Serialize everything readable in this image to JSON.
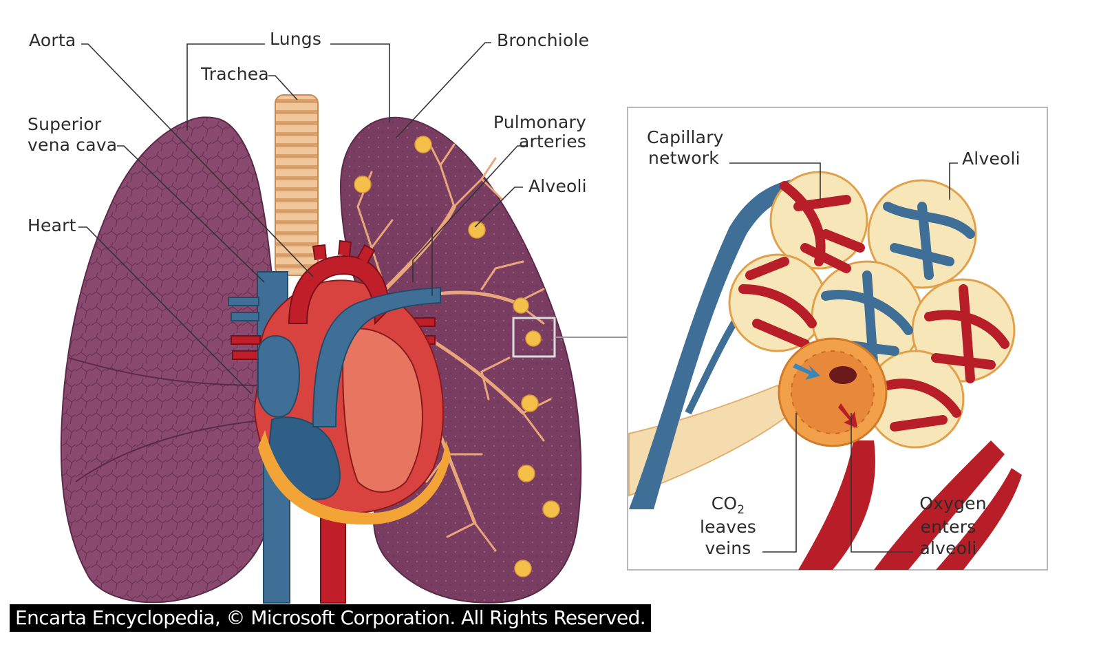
{
  "labels": {
    "aorta": "Aorta",
    "lungs": "Lungs",
    "trachea": "Trachea",
    "bronchiole": "Bronchiole",
    "superior_vena_cava_1": "Superior",
    "superior_vena_cava_2": "vena cava",
    "pulmonary_arteries_1": "Pulmonary",
    "pulmonary_arteries_2": "arteries",
    "alveoli_left": "Alveoli",
    "heart": "Heart"
  },
  "inset": {
    "capillary_network_1": "Capillary",
    "capillary_network_2": "network",
    "alveoli": "Alveoli",
    "co2_main": "CO",
    "co2_sub": "2",
    "co2_line2": "leaves",
    "co2_line3": "veins",
    "oxygen_line1": "Oxygen",
    "oxygen_line2": "enters",
    "oxygen_line3": "alveoli"
  },
  "credit": "Encarta Encyclopedia, © Microsoft Corporation. All Rights Reserved.",
  "colors": {
    "lung": "#7a3d62",
    "vein_blue": "#3f6f96",
    "artery_red": "#c01f2a",
    "bronchi_tan": "#e8a77a",
    "alveoli_yellow": "#f5c04a",
    "alveolus_cream": "#f7e6b8"
  }
}
